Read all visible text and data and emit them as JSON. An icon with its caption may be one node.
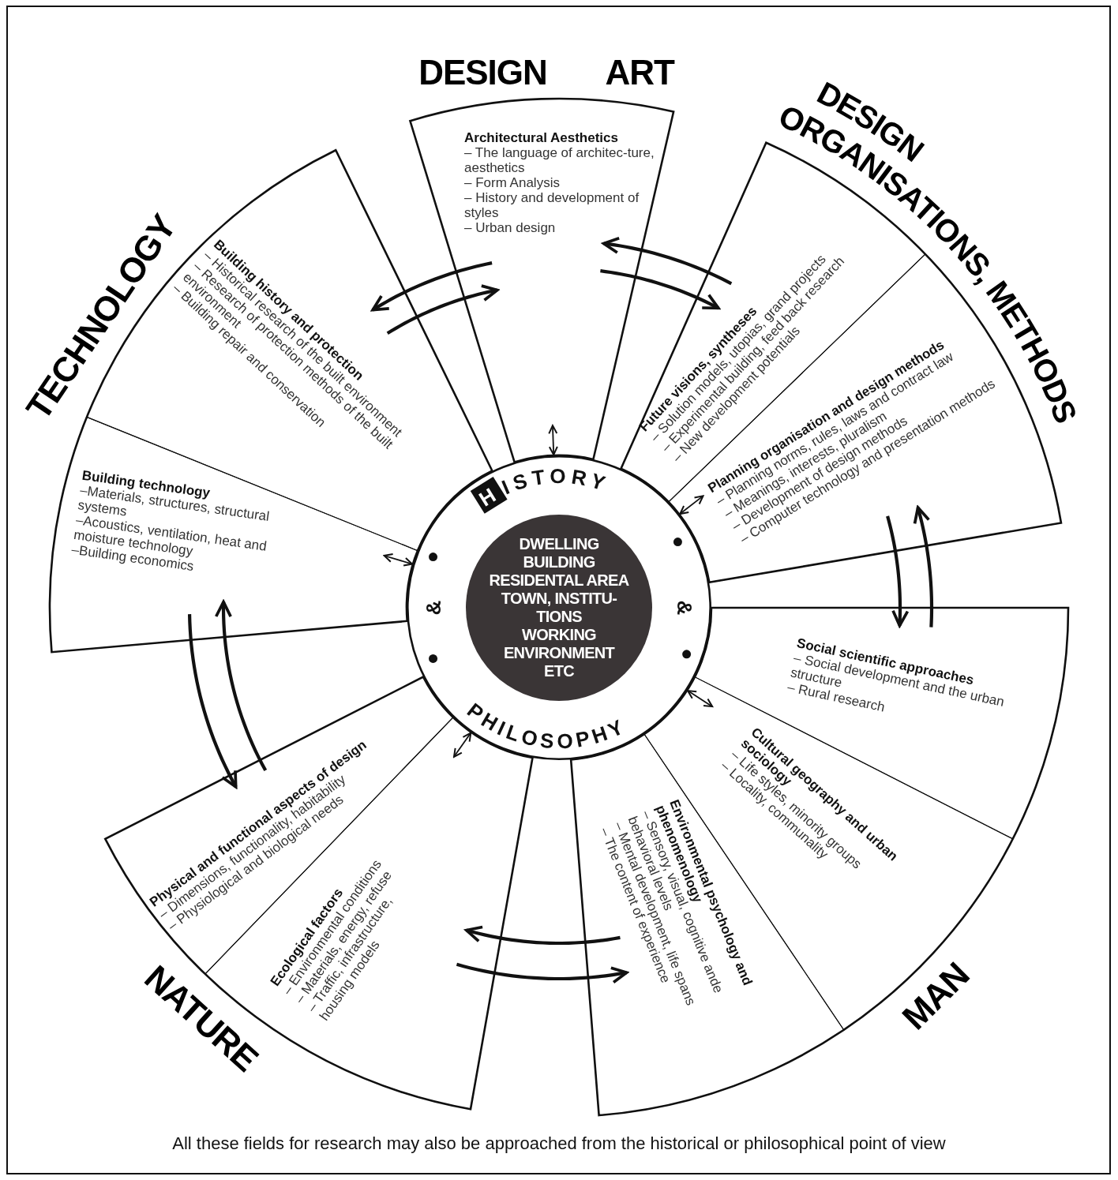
{
  "diagram": {
    "nodes": [
      {
        "text": [
          "DESIGN ART",
          "Architectural Aesthetics",
          "– The language of architec-ture, aesthetics",
          "– Form Analysis",
          "– History and development of styles",
          "– Urban design"
        ]
      },
      {
        "text": [
          "DESIGN ORGANISATIONS, METHODS"
        ]
      },
      {
        "text": [
          "Future visions, syntheses",
          "– Solution models, utopias, grand projects",
          "– Experimental building, feed back research",
          "– New development potentials"
        ],
        "in": 1
      },
      {
        "text": [
          "Planning organisation and design methods",
          "– Planning norms, rules, laws and contract law",
          "– Meanings, interests, pluralism",
          "– Development of design methods",
          "– Computer technology and presentation methods"
        ],
        "in": 1
      },
      {
        "text": [
          "TECHNOLOGY"
        ]
      },
      {
        "text": [
          "Building history and protection",
          "– Historical research of the built environment",
          "– Research of protection methods of the built environment",
          "– Building repair and conservation"
        ],
        "in": 4
      },
      {
        "text": [
          "Building technology",
          "–Materials, structures, structural systems",
          "–Acoustics, ventilation, heat and moisture technology",
          "–Building economics"
        ],
        "in": 4
      },
      {
        "text": [
          "HISTORY",
          "&",
          "PHILOSOPHY",
          "&"
        ]
      },
      {
        "text": [
          "DWELLING",
          "BUILDING",
          "RESIDENTAL AREA",
          "TOWN, INSTITU-TIONS",
          "WORKING ENVIRONMENT",
          "ETC"
        ],
        "in": 7
      },
      {
        "text": [
          "MAN"
        ]
      },
      {
        "text": [
          "Social scientific approaches",
          "– Social development and the urban structure",
          "– Rural research"
        ],
        "in": 9
      },
      {
        "text": [
          "Cultural geography and urban sociology",
          "– Life styles, minority groups",
          "– Locality, communality"
        ],
        "in": 9
      },
      {
        "text": [
          "Environmental psychology and phenomenology",
          "– Sensory, visual, cognitive ande behavioral levels",
          "– Mental development, life spans",
          "– The content of experience"
        ],
        "in": 9
      },
      {
        "text": [
          "NATURE"
        ]
      },
      {
        "text": [
          "Physical and functional aspects of design",
          "– Dimensions, functionality, habitability",
          "– Physiological and biological needs"
        ],
        "in": 13
      },
      {
        "text": [
          "Ecological factors",
          "– Environmental conditions",
          "– Materials, energy, refuse",
          "– Traffic, infrastructure, housing models"
        ],
        "in": 13
      }
    ],
    "edges": [
      {
        "from": 0,
        "to": 5,
        "arrow": "to"
      },
      {
        "from": 5,
        "to": 0,
        "arrow": "to"
      },
      {
        "from": 2,
        "to": 0,
        "arrow": "to"
      },
      {
        "from": 0,
        "to": 2,
        "arrow": "to"
      },
      {
        "from": 3,
        "to": 10,
        "arrow": "to"
      },
      {
        "from": 10,
        "to": 3,
        "arrow": "to"
      },
      {
        "from": 12,
        "to": 15,
        "arrow": "to"
      },
      {
        "from": 15,
        "to": 12,
        "arrow": "to"
      },
      {
        "from": 6,
        "to": 14,
        "arrow": "to"
      },
      {
        "from": 14,
        "to": 6,
        "arrow": "to"
      },
      {
        "from": 7,
        "to": 0,
        "arrow": "both"
      },
      {
        "from": 7,
        "to": 3,
        "arrow": "both"
      },
      {
        "from": 7,
        "to": 6,
        "arrow": "both"
      },
      {
        "from": 7,
        "to": 11,
        "arrow": "both"
      },
      {
        "from": 7,
        "to": 15,
        "arrow": "both"
      }
    ],
    "caption": "All these fields for research may also be approached from the historical or philosophical point of view"
  }
}
